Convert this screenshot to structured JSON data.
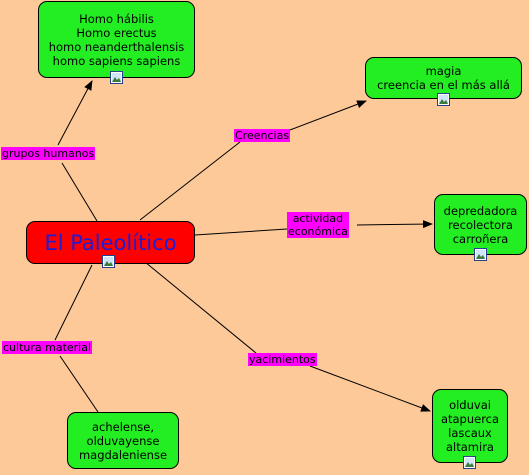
{
  "central": {
    "label": "El Paleolítico"
  },
  "links": {
    "grupos": "grupos humanos",
    "creencias": "Creencias",
    "actividad": [
      "actividad",
      "económica"
    ],
    "yacimientos": "yacimientos",
    "cultura": "cultura material"
  },
  "nodes": {
    "homo": [
      "Homo hábilis",
      "Homo erectus",
      "homo neanderthalensis",
      "homo sapiens sapiens"
    ],
    "magia": [
      "magia",
      "creencia en el más allá"
    ],
    "depredadora": [
      "depredadora",
      "recolectora",
      "carroñera"
    ],
    "olduvai": [
      "olduvai",
      "atapuerca",
      "lascaux",
      "altamira"
    ],
    "achelense": [
      "achelense,",
      "olduvayense",
      "magdaleniense"
    ]
  },
  "colors": {
    "background": "#fdc998",
    "node_fill": "#22ee22",
    "central_fill": "#ff0000",
    "central_text": "#1d1dd6",
    "link_label_fill": "#ff00ff"
  }
}
